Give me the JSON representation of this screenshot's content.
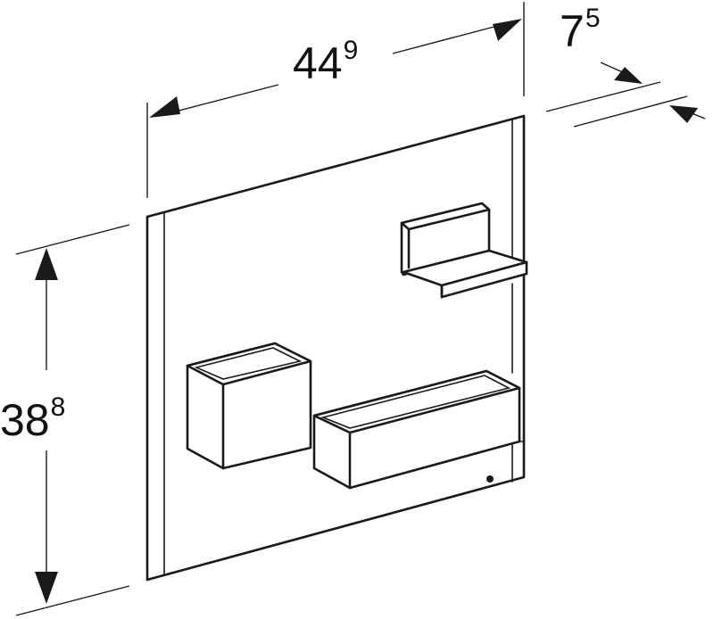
{
  "dimensions": {
    "width": {
      "main": "44",
      "sup": "9"
    },
    "depth": {
      "main": "7",
      "sup": "5"
    },
    "height": {
      "main": "38",
      "sup": "8"
    }
  }
}
